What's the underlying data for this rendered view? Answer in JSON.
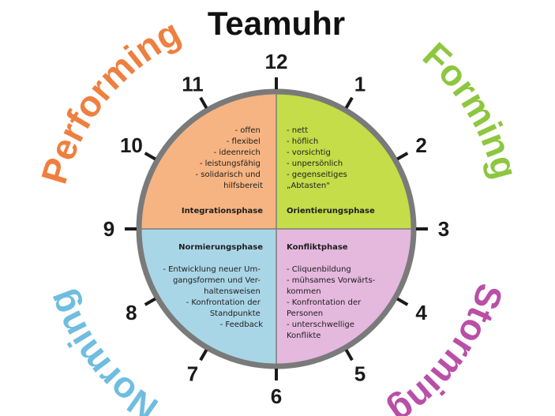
{
  "title": "Teamuhr",
  "clock_numbers": [
    "12",
    "1",
    "2",
    "3",
    "4",
    "5",
    "6",
    "7",
    "8",
    "9",
    "10",
    "11"
  ],
  "phases": {
    "forming": {
      "label": "Forming",
      "color": "#8dc63f"
    },
    "storming": {
      "label": "Storming",
      "color": "#b94fa7"
    },
    "norming": {
      "label": "Norming",
      "color": "#6fbde0"
    },
    "performing": {
      "label": "Performing",
      "color": "#ef7f3f"
    }
  },
  "quadrants": {
    "top_right": {
      "heading": "Orientierungsphase",
      "color": "#c4dd48",
      "items": [
        "- nett",
        "- höflich",
        "- vorsichtig",
        "- unpersönlich",
        "- gegenseitiges",
        "  „Abtasten\""
      ]
    },
    "top_left": {
      "heading": "Integrationsphase",
      "color": "#f6b482",
      "items": [
        "- offen",
        "- flexibel",
        "- ideenreich",
        "- leistungsfähig",
        "- solidarisch und",
        "  hilfsbereit"
      ]
    },
    "bottom_left": {
      "heading": "Normierungsphase",
      "color": "#a9d6e6",
      "items": [
        "- Entwicklung neuer Um-",
        "  gangsformen und Ver-",
        "  haltensweisen",
        "- Konfrontation der",
        "  Standpunkte",
        "- Feedback"
      ]
    },
    "bottom_right": {
      "heading": "Konfliktphase",
      "color": "#e5b8de",
      "items": [
        "- Cliquenbildung",
        "- mühsames Vorwärts-",
        "  kommen",
        "- Konfrontation der",
        "  Personen",
        "- unterschwellige",
        "  Konflikte"
      ]
    }
  }
}
